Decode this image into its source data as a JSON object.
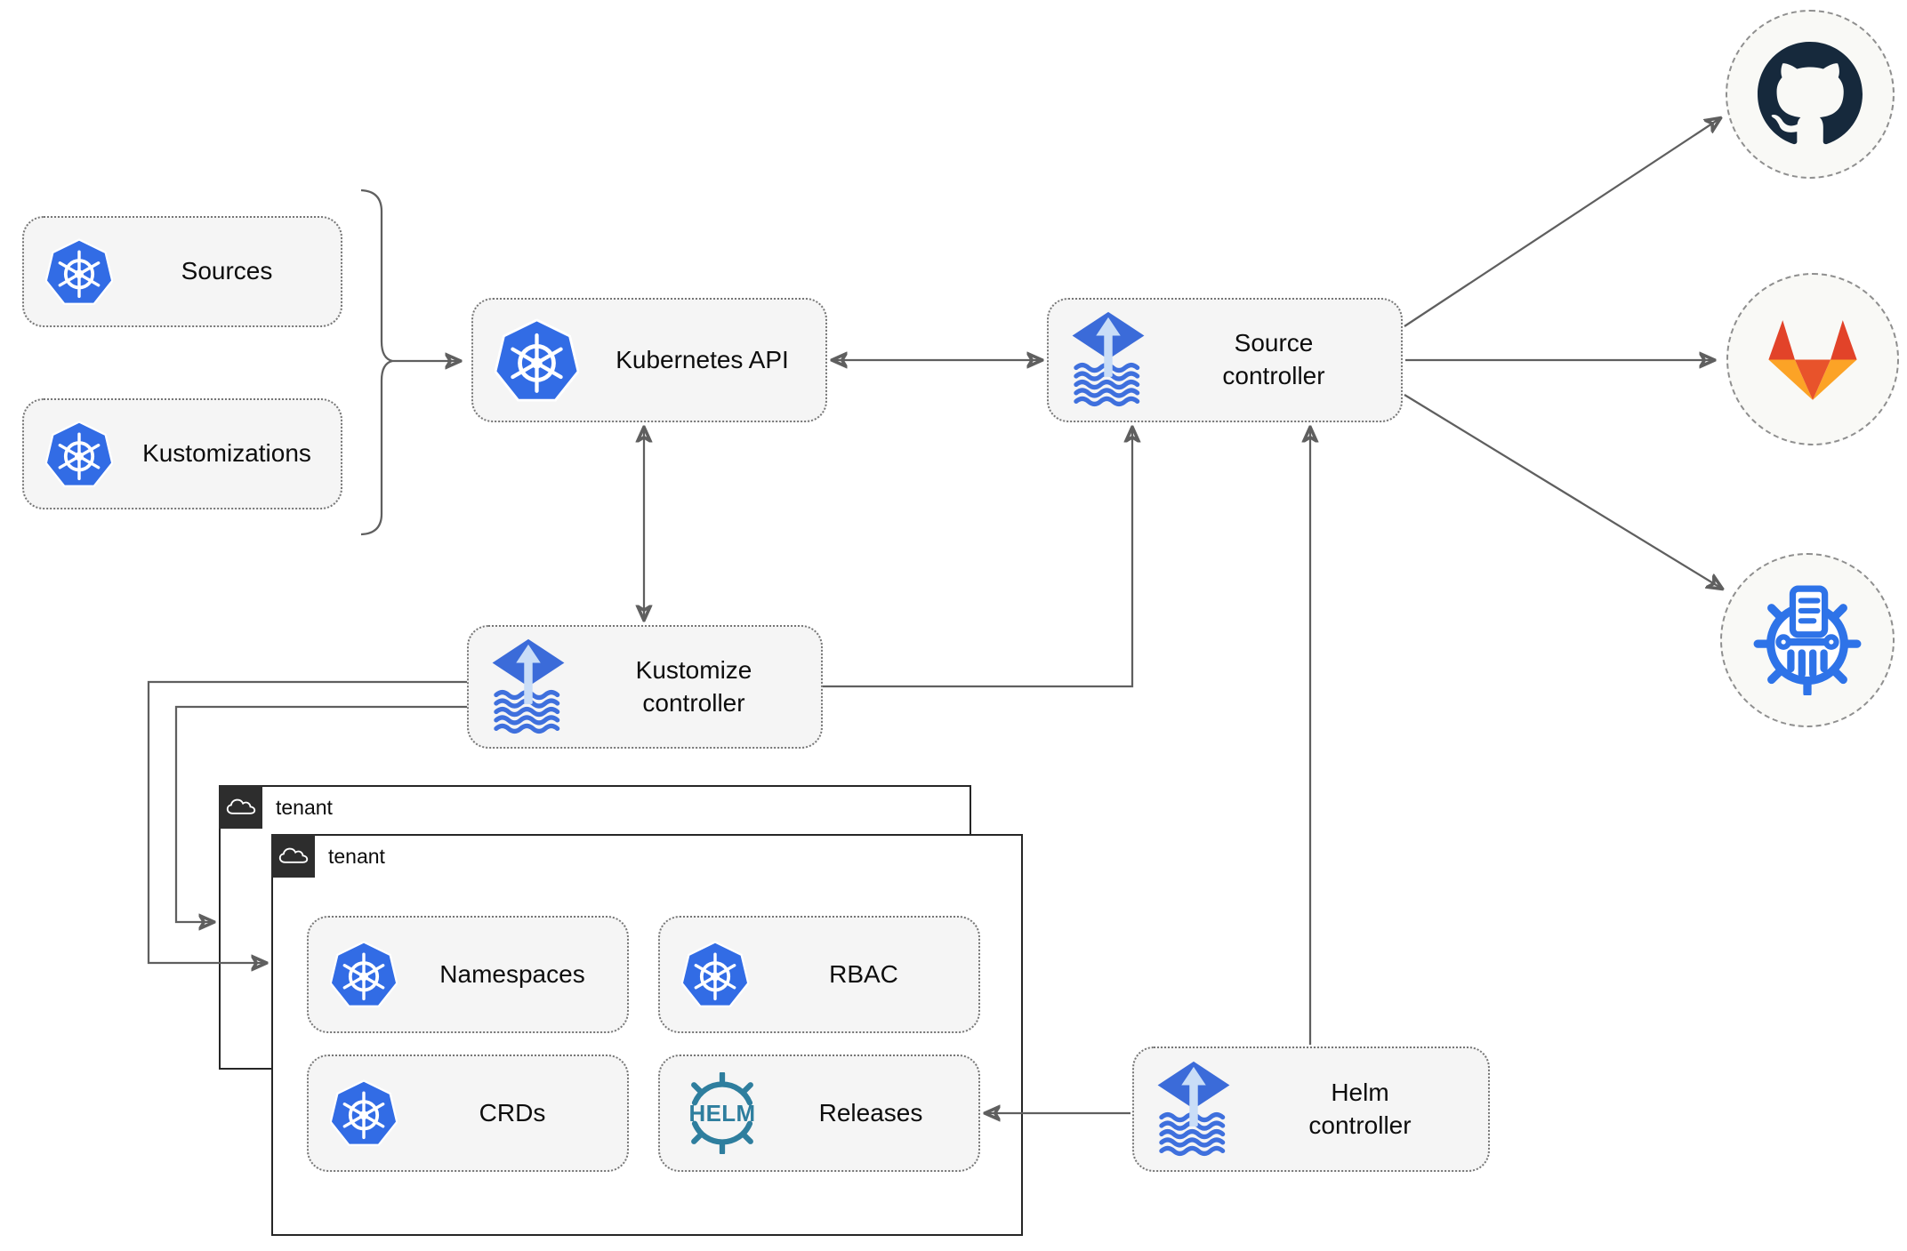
{
  "nodes": {
    "sources": "Sources",
    "kustomizations": "Kustomizations",
    "kubernetes_api": "Kubernetes API",
    "source_controller": "Source controller",
    "kustomize_controller": "Kustomize controller",
    "helm_controller": "Helm controller",
    "namespaces": "Namespaces",
    "rbac": "RBAC",
    "crds": "CRDs",
    "releases": "Releases"
  },
  "groups": {
    "tenant_back_label": "tenant",
    "tenant_front_label": "tenant"
  },
  "helm_logo_text": "HELM",
  "icons": {
    "kubernetes": "kubernetes-icon",
    "flux": "flux-icon",
    "helm": "helm-icon",
    "github": "github-icon",
    "gitlab": "gitlab-icon",
    "registry": "registry-icon",
    "cloud": "cloud-icon"
  },
  "colors": {
    "kubernetes_blue": "#326ce5",
    "flux_blue": "#3b6bd9",
    "helm_teal": "#2e7e9e",
    "github_dark": "#16293c",
    "gitlab_red_orange": "#e24329",
    "gitlab_light_orange": "#fca326",
    "registry_blue": "#2e73e8",
    "node_fill": "#f5f5f5",
    "connector_gray": "#5f5f5f",
    "tenant_tab_dark": "#2d2d2d"
  }
}
